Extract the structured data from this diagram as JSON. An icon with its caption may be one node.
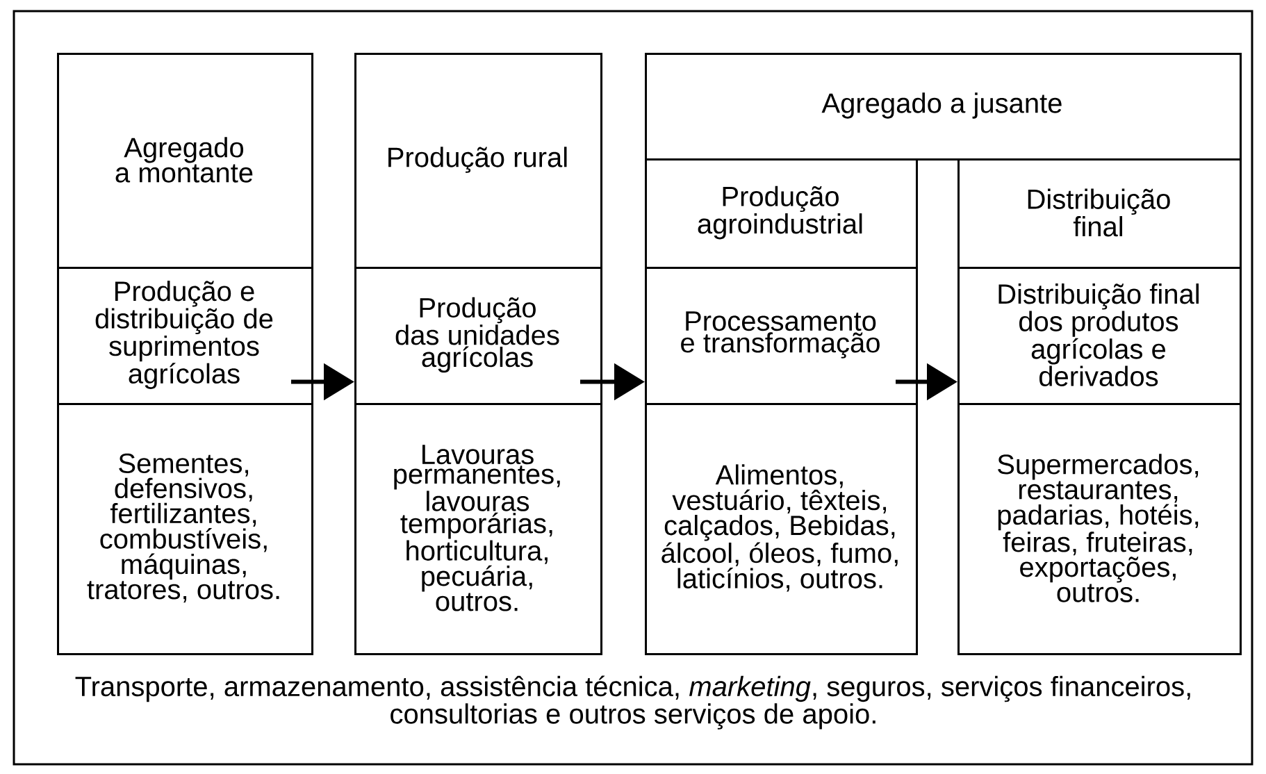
{
  "diagram": {
    "nodes": [
      {
        "text": [
          "Agregado a montante"
        ]
      },
      {
        "text": [
          "Produção e distribuição de suprimentos agrícolas"
        ]
      },
      {
        "text": [
          "Sementes, defensivos, fertilizantes, combustíveis, máquinas, tratores, outros."
        ]
      },
      {
        "text": [
          "Produção rural"
        ]
      },
      {
        "text": [
          "Produção das unidades agrícolas"
        ]
      },
      {
        "text": [
          "Lavouras permanentes, lavouras temporárias, horticultura, pecuária, outros."
        ]
      },
      {
        "text": [
          "Agregado a jusante"
        ]
      },
      {
        "text": [
          "Produção agroindustrial"
        ]
      },
      {
        "text": [
          "Processamento e transformação"
        ]
      },
      {
        "text": [
          "Alimentos, vestuário, têxteis, calçados, Bebidas, álcool, óleos, fumo, laticínios, outros."
        ]
      },
      {
        "text": [
          "Distribuição final"
        ]
      },
      {
        "text": [
          "Distribuição final dos produtos agrícolas e derivados"
        ]
      },
      {
        "text": [
          "Supermercados, restaurantes, padarias, hotéis, feiras, fruteiras, exportações, outros."
        ]
      }
    ],
    "edges": [
      {
        "from": 1,
        "to": 4,
        "arrow": "to"
      },
      {
        "from": 4,
        "to": 8,
        "arrow": "to"
      },
      {
        "from": 8,
        "to": 11,
        "arrow": "to"
      }
    ],
    "labels": [
      "Transporte, armazenamento, assistência técnica, *marketing*, seguros, serviços financeiros, consultorias e outros serviços de apoio."
    ]
  }
}
